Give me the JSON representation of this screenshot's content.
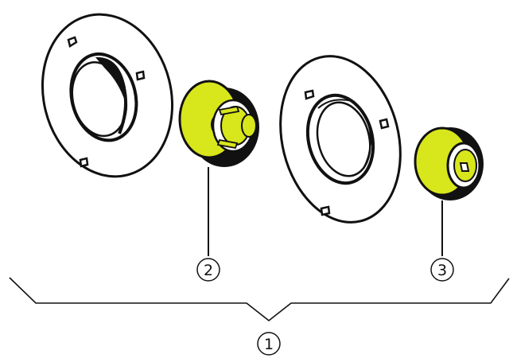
{
  "colors": {
    "outline": "#111111",
    "highlight": "#d8e61c",
    "background": "#ffffff",
    "part_fill": "#ffffff"
  },
  "callouts": [
    {
      "id": "assembly",
      "label": "1"
    },
    {
      "id": "left_bushing",
      "label": "2"
    },
    {
      "id": "right_bushing",
      "label": "3"
    }
  ]
}
